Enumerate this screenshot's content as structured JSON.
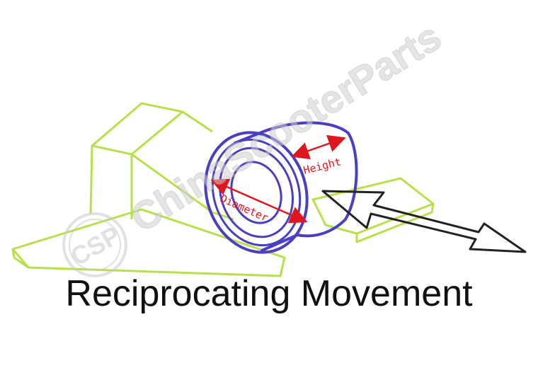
{
  "caption": "Reciprocating Movement",
  "dimensions": {
    "height_label": "Height",
    "diameter_label": "Diameter"
  },
  "watermark": {
    "text": "ChinaScooterParts",
    "logo": "CSP"
  },
  "colors": {
    "base_plate": "#b7e04a",
    "roller": "#4a3ec2",
    "arrow_dim": "#e0161e",
    "label_dim": "#e0161e",
    "motion_arrow": "#222222",
    "watermark": "#c8c8c8"
  }
}
